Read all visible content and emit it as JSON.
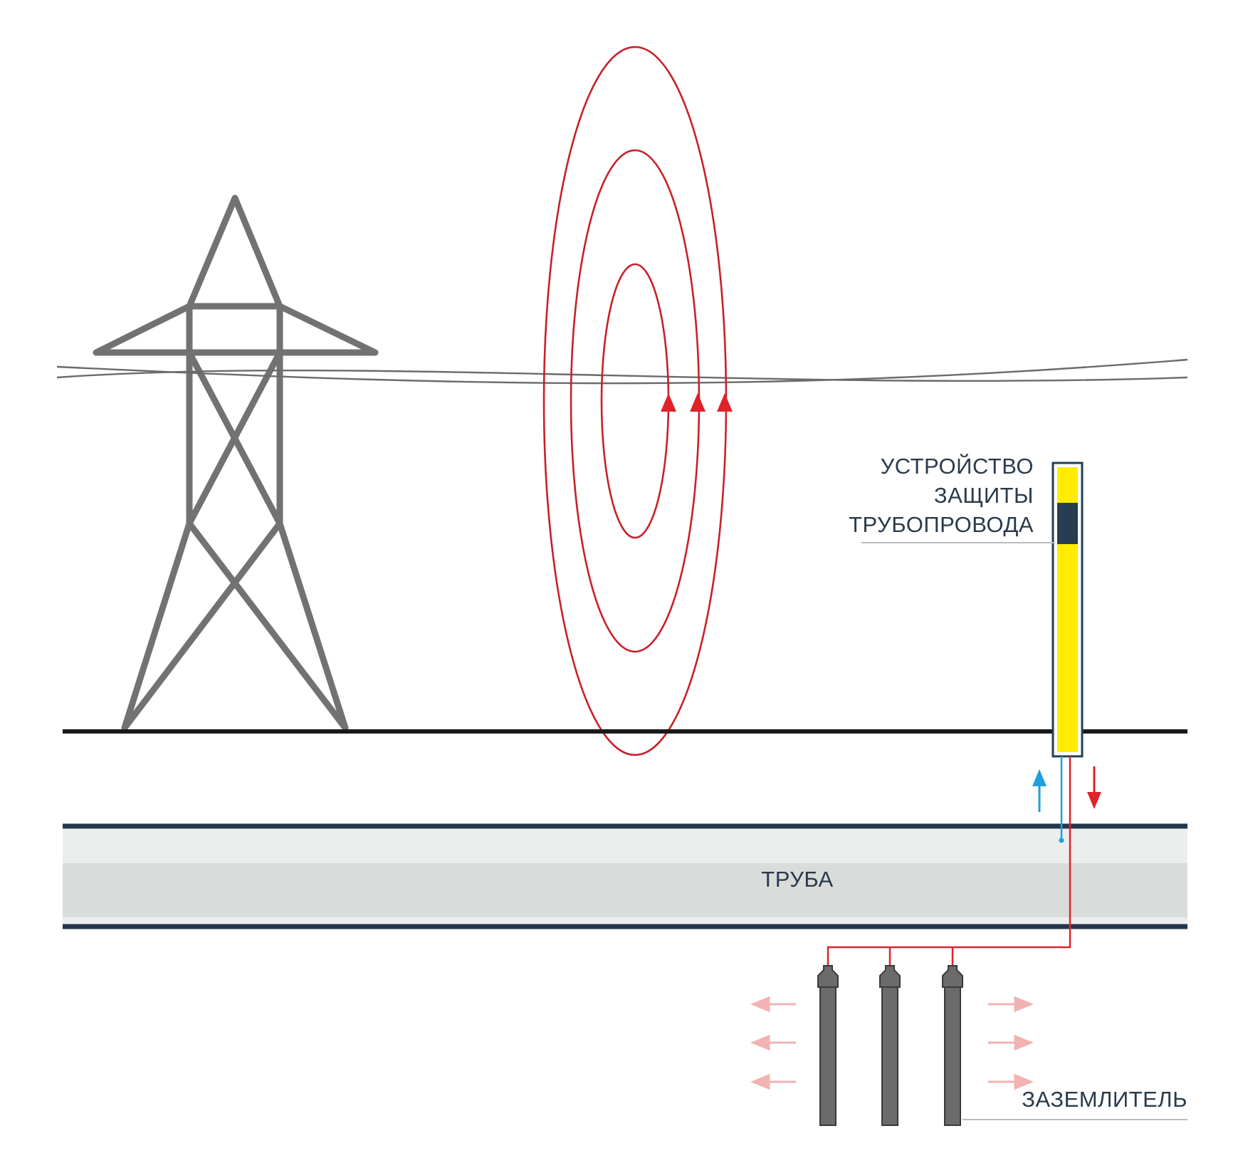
{
  "labels": {
    "device_line1": "УСТРОЙСТВО",
    "device_line2": "ЗАЩИТЫ",
    "device_line3": "ТРУБОПРОВОДА",
    "pipe": "ТРУБА",
    "ground": "ЗАЗЕМЛИТЕЛЬ"
  },
  "colors": {
    "tower": "#727272",
    "wire": "#6b6b6b",
    "field_lines": "#c8202a",
    "arrow_red": "#e0222b",
    "arrow_blue": "#1e9fe0",
    "ground_line": "#1a1a1a",
    "pipe_edge": "#23384d",
    "pipe_light": "#eceeee",
    "pipe_mid": "#dadcdc",
    "device_body": "#ffec00",
    "device_band": "#263d52",
    "electrode": "#6b6b6b",
    "current_arrows": "#f2b2b2",
    "label_text": "#2b3a4a"
  },
  "icons": [
    "power-tower-icon",
    "magnetic-field-icon",
    "protection-device-icon",
    "ground-electrode-icon"
  ]
}
